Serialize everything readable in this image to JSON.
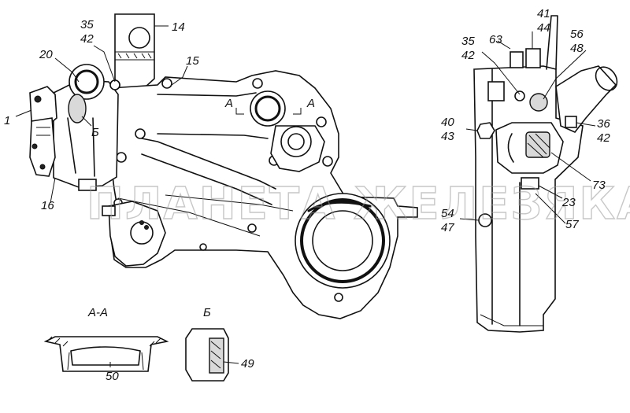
{
  "diagram": {
    "watermark": "ПЛАНЕТА ЖЕЛЕЗЯКА",
    "section_labels": {
      "aa": "А-А",
      "b": "Б",
      "view_b_small": "Б",
      "a_left": "А",
      "a_right": "А"
    },
    "callouts": {
      "c1": "1",
      "c14": "14",
      "c15": "15",
      "c16": "16",
      "c20": "20",
      "c35a": "35",
      "c42a": "42",
      "c35b": "35",
      "c42b": "42",
      "c41": "41",
      "c44": "44",
      "c63": "63",
      "c56": "56",
      "c48": "48",
      "c40": "40",
      "c43": "43",
      "c36": "36",
      "c42c": "42",
      "c73": "73",
      "c23": "23",
      "c54": "54",
      "c47": "47",
      "c57": "57",
      "c49": "49",
      "c50": "50"
    }
  }
}
